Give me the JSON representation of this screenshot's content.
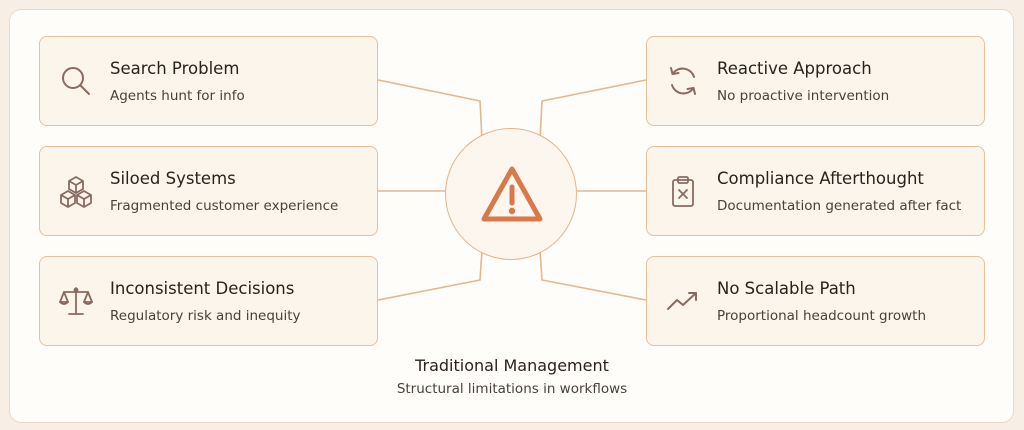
{
  "cards": {
    "search": {
      "title": "Search Problem",
      "subtitle": "Agents hunt for info",
      "icon": "search-icon"
    },
    "siloed": {
      "title": "Siloed Systems",
      "subtitle": "Fragmented customer experience",
      "icon": "cubes-icon"
    },
    "inconsistent": {
      "title": "Inconsistent Decisions",
      "subtitle": "Regulatory risk and inequity",
      "icon": "scale-icon"
    },
    "reactive": {
      "title": "Reactive Approach",
      "subtitle": "No proactive intervention",
      "icon": "refresh-icon"
    },
    "compliance": {
      "title": "Compliance Afterthought",
      "subtitle": "Documentation generated after fact",
      "icon": "clipboard-x-icon"
    },
    "scalable": {
      "title": "No Scalable Path",
      "subtitle": "Proportional headcount growth",
      "icon": "trend-up-icon"
    }
  },
  "hub": {
    "icon": "warning-triangle-icon"
  },
  "caption": {
    "title": "Traditional Management",
    "subtitle": "Structural limitations in workflows"
  },
  "colors": {
    "accent": "#d9784a",
    "icon": "#8a6a60",
    "card_border": "#e8c09a",
    "connector": "#e2b88e"
  }
}
